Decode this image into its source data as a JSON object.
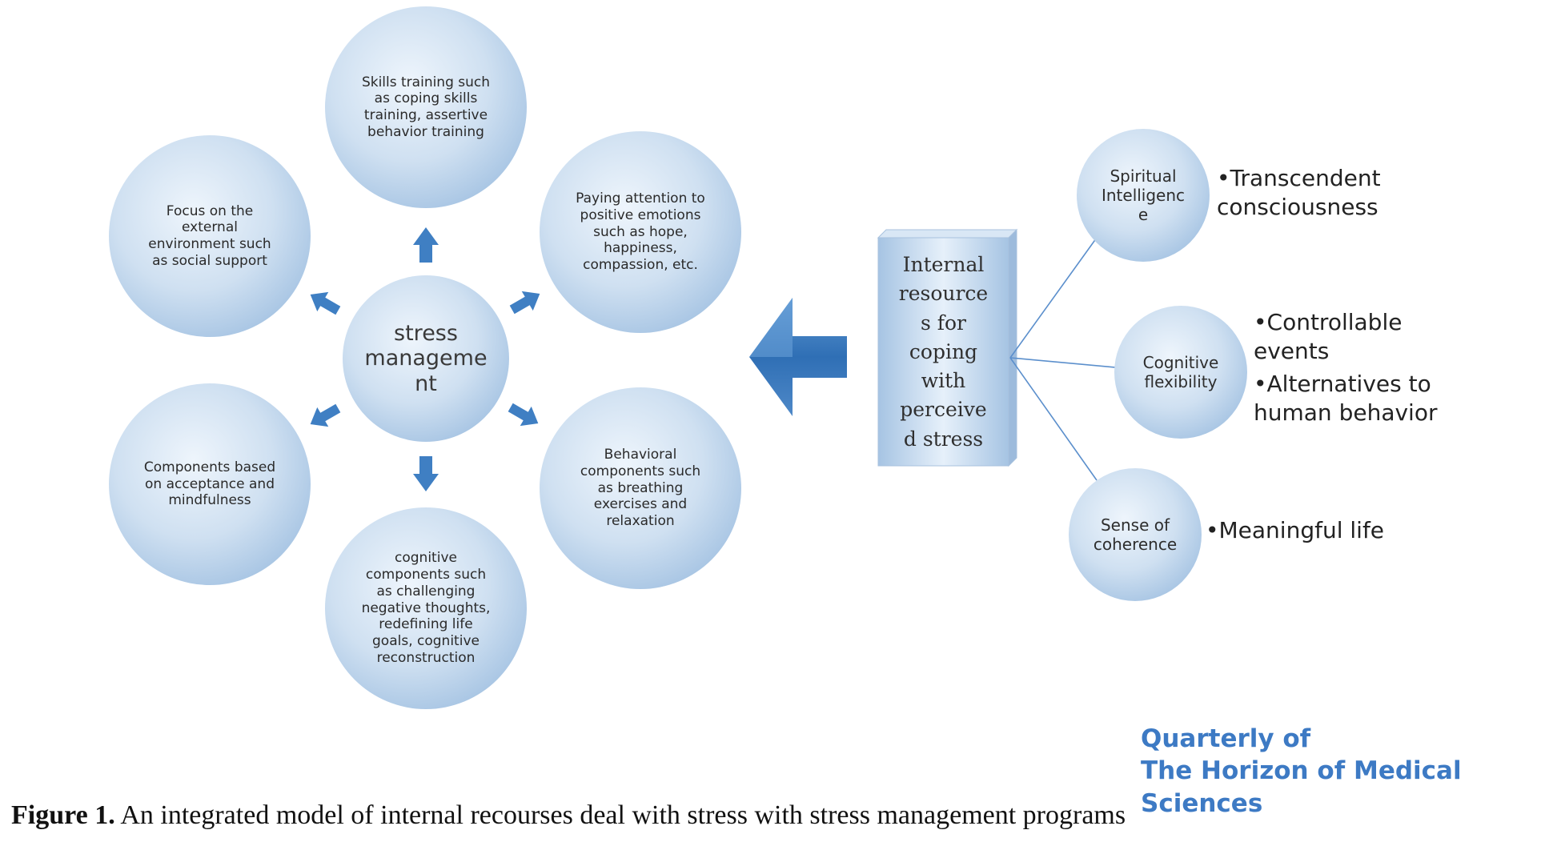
{
  "center": {
    "label": "stress\nmanageme\nnt"
  },
  "programs": [
    {
      "label": "Skills training such\nas coping skills\ntraining, assertive\nbehavior training"
    },
    {
      "label": "Paying attention to\npositive emotions\nsuch as hope,\nhappiness,\ncompassion, etc."
    },
    {
      "label": "Behavioral\ncomponents such\nas breathing\nexercises and\nrelaxation"
    },
    {
      "label": "cognitive\ncomponents such\nas challenging\nnegative thoughts,\nredefining life\ngoals, cognitive\nreconstruction"
    },
    {
      "label": "Components based\non acceptance and\nmindfulness"
    },
    {
      "label": "Focus on the\nexternal\nenvironment such\nas social support"
    }
  ],
  "internal_box": {
    "label": "Internal\nresource\ns for\ncoping\nwith\nperceive\nd stress"
  },
  "resources": [
    {
      "label": "Spiritual\nIntelligenc\ne",
      "bullets": [
        "•Transcendent\n consciousness"
      ]
    },
    {
      "label": "Cognitive\nflexibility",
      "bullets": [
        "•Controllable\n events",
        "•Alternatives to\n human behavior"
      ]
    },
    {
      "label": "Sense of\ncoherence",
      "bullets": [
        "•Meaningful life"
      ]
    }
  ],
  "watermark": {
    "line1": "Quarterly of",
    "line2": "The Horizon of Medical Sciences"
  },
  "caption": {
    "label": "Figure 1.",
    "text": " An integrated model of internal recourses deal with stress with stress management programs"
  },
  "colors": {
    "circle_fill": "#c9dcef",
    "arrow": "#3f7fc3",
    "box_fill": "#bcd3ea",
    "connector": "#5b8fcc",
    "watermark": "#3d7ac4"
  }
}
